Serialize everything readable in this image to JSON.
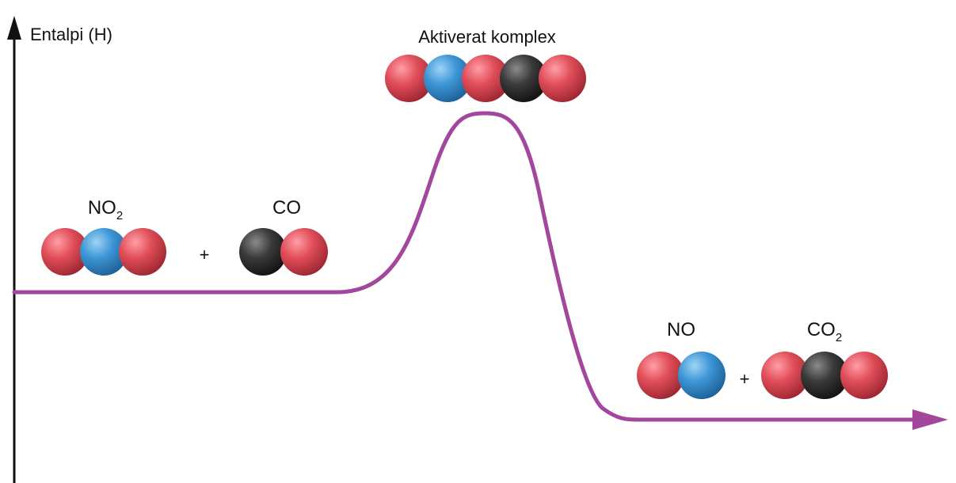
{
  "axis": {
    "y_label": "Entalpi (H)"
  },
  "colors": {
    "curve": "#a3479c",
    "axis": "#111111",
    "oxygen": "#d94651",
    "nitrogen": "#3b93d2",
    "carbon": "#2c2c2c"
  },
  "reactants": {
    "no2": {
      "base": "NO",
      "sub": "2"
    },
    "plus": "+",
    "co": {
      "label": "CO"
    }
  },
  "complex": {
    "label": "Aktiverat komplex"
  },
  "products": {
    "no": {
      "label": "NO"
    },
    "plus": "+",
    "co2": {
      "base": "CO",
      "sub": "2"
    }
  }
}
